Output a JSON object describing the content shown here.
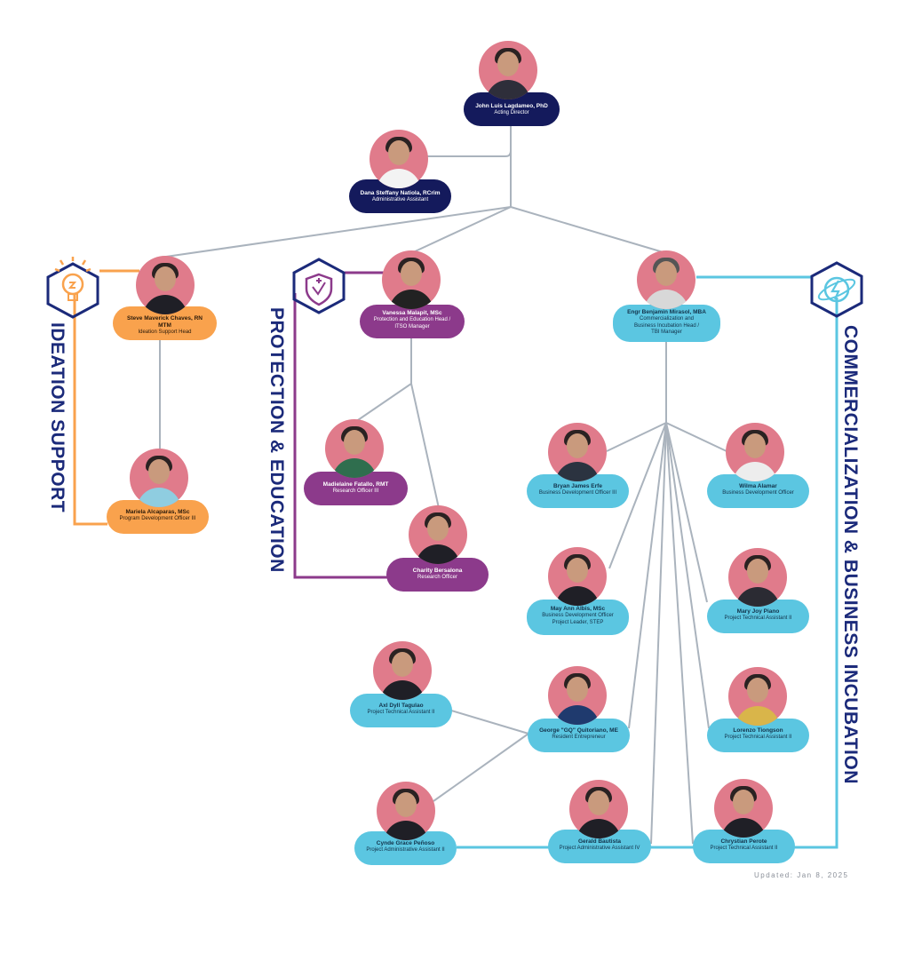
{
  "colors": {
    "navy": "#141a5c",
    "ideation": "#f9a24d",
    "protection": "#8c3a8b",
    "commercialization": "#5bc6e1",
    "connector": "#aab3bd",
    "photo_bg": "#e07b8b"
  },
  "sections": {
    "ideation": "IDEATION SUPPORT",
    "protection": "PROTECTION & EDUCATION",
    "commercialization": "COMMERCIALIZATION & BUSINESS INCUBATION"
  },
  "icons": {
    "ideation": "lightbulb-icon",
    "protection": "shield-heart-icon",
    "commercialization": "lightning-globe-icon"
  },
  "people": {
    "director": {
      "name": "John Luis Lagdameo, PhD",
      "title": "Acting Director"
    },
    "admin": {
      "name": "Dana Steffany Natiola, RCrim",
      "title": "Administrative Assistant"
    },
    "ideation_head": {
      "name": "Steve Maverick Chaves, RN MTM",
      "title": "Ideation Support Head"
    },
    "ideation_officer": {
      "name": "Mariela Alcaparas, MSc",
      "title": "Program Development Officer III"
    },
    "protection_head": {
      "name": "Vanessa Malapit, MSc",
      "title": "Protection and Education Head /\nITSO Manager"
    },
    "research1": {
      "name": "Madielaine Fatallo, RMT",
      "title": "Research Officer III"
    },
    "research2": {
      "name": "Charity Bersalona",
      "title": "Research Officer"
    },
    "commercial_head": {
      "name": "Engr Benjamin Mirasol, MBA",
      "title": "Commercialization and\nBusiness Incubation Head /\nTBI Manager"
    },
    "erfe": {
      "name": "Bryan James Erfe",
      "title": "Business Development Officer III"
    },
    "alamar": {
      "name": "Wilma Alamar",
      "title": "Business Development Officer"
    },
    "albis": {
      "name": "May Ann Albis, MSc",
      "title": "Business Development Officer\nProject Leader, STEP"
    },
    "piano": {
      "name": "Mary Joy Piano",
      "title": "Project Technical Assistant II"
    },
    "tagulao": {
      "name": "Axl Dyll Tagulao",
      "title": "Project Technical Assistant II"
    },
    "quitoriano": {
      "name": "George \"GQ\" Quitoriano, ME",
      "title": "Resident Entrepreneur"
    },
    "tiongson": {
      "name": "Lorenzo Tiongson",
      "title": "Project Technical Assistant II"
    },
    "penoso": {
      "name": "Cynde Grace Peñoso",
      "title": "Project Administrative Assistant II"
    },
    "bautista": {
      "name": "Gerald Bautista",
      "title": "Project Administrative Assistant IV"
    },
    "perote": {
      "name": "Chrystian Perote",
      "title": "Project Technical Assistant II"
    }
  },
  "updated": "Updated: Jan 8, 2025"
}
